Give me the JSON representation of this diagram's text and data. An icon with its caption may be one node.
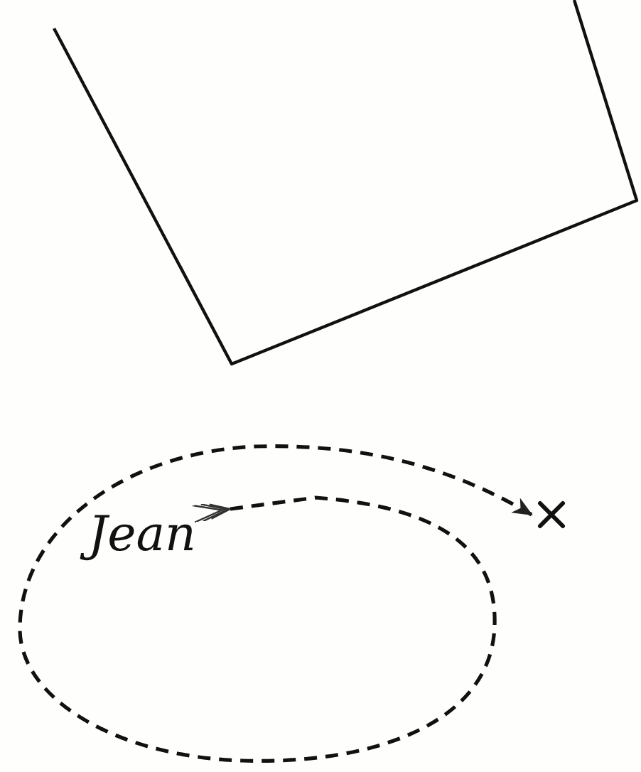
{
  "diagram": {
    "nodes": [
      {
        "text": [
          "Jean"
        ]
      },
      {
        "text": [],
        "shape": "cross"
      }
    ],
    "edges": [
      {
        "from": 0,
        "to": 1,
        "arrow": "to",
        "style": "dashed"
      }
    ]
  }
}
